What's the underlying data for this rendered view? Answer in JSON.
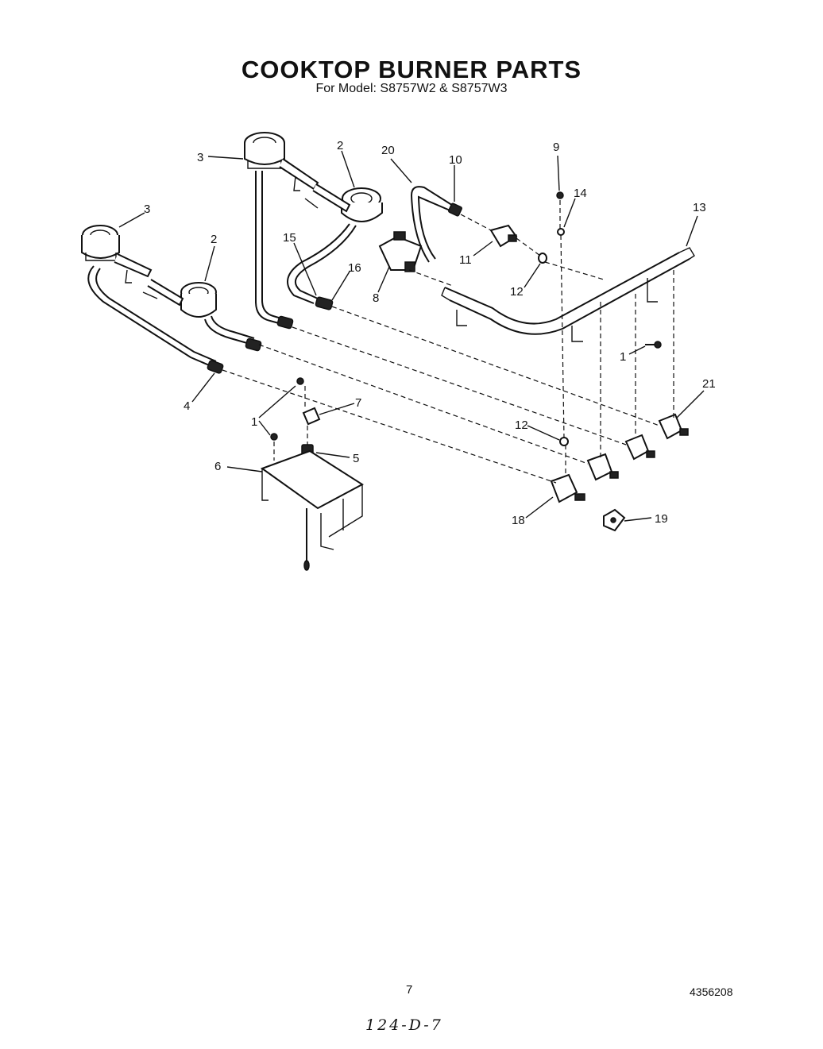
{
  "title": "COOKTOP BURNER PARTS",
  "subtitle": "For Model: S8757W2 & S8757W3",
  "callouts": {
    "c3a": "3",
    "c2a": "2",
    "c20": "20",
    "c10": "10",
    "c9": "9",
    "c14": "14",
    "c3b": "3",
    "c2b": "2",
    "c15": "15",
    "c16": "16",
    "c13": "13",
    "c11": "11",
    "c12a": "12",
    "c8": "8",
    "c1a": "1",
    "c21": "21",
    "c4": "4",
    "c1b": "1",
    "c7": "7",
    "c12b": "12",
    "c6": "6",
    "c5": "5",
    "c18": "18",
    "c19": "19"
  },
  "footer": {
    "page_number": "7",
    "document_number": "4356208",
    "handwritten_note": "124-D-7"
  }
}
